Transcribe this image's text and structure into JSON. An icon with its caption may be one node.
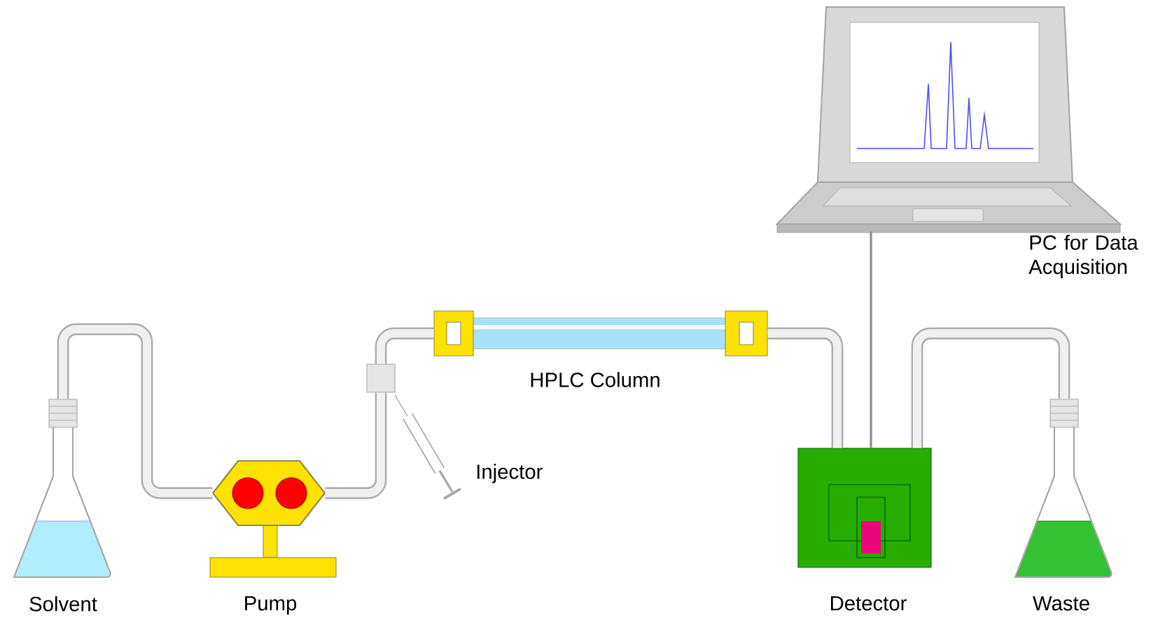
{
  "diagram": {
    "nodes": [
      {
        "text": [
          "Solvent"
        ]
      },
      {
        "text": [
          "Pump"
        ]
      },
      {
        "text": [
          "Injector"
        ]
      },
      {
        "text": [
          "HPLC Column"
        ]
      },
      {
        "text": [
          "Detector"
        ]
      },
      {
        "text": [
          "Waste"
        ]
      },
      {
        "text": [
          "PC for Data Acquisition"
        ]
      }
    ],
    "edges": [
      {
        "from": 0,
        "to": 1,
        "arrow": "none"
      },
      {
        "from": 1,
        "to": 2,
        "arrow": "none"
      },
      {
        "from": 2,
        "to": 3,
        "arrow": "none"
      },
      {
        "from": 3,
        "to": 4,
        "arrow": "none"
      },
      {
        "from": 4,
        "to": 5,
        "arrow": "none"
      },
      {
        "from": 4,
        "to": 6,
        "arrow": "none",
        "color": "#8c8c8c"
      }
    ]
  }
}
